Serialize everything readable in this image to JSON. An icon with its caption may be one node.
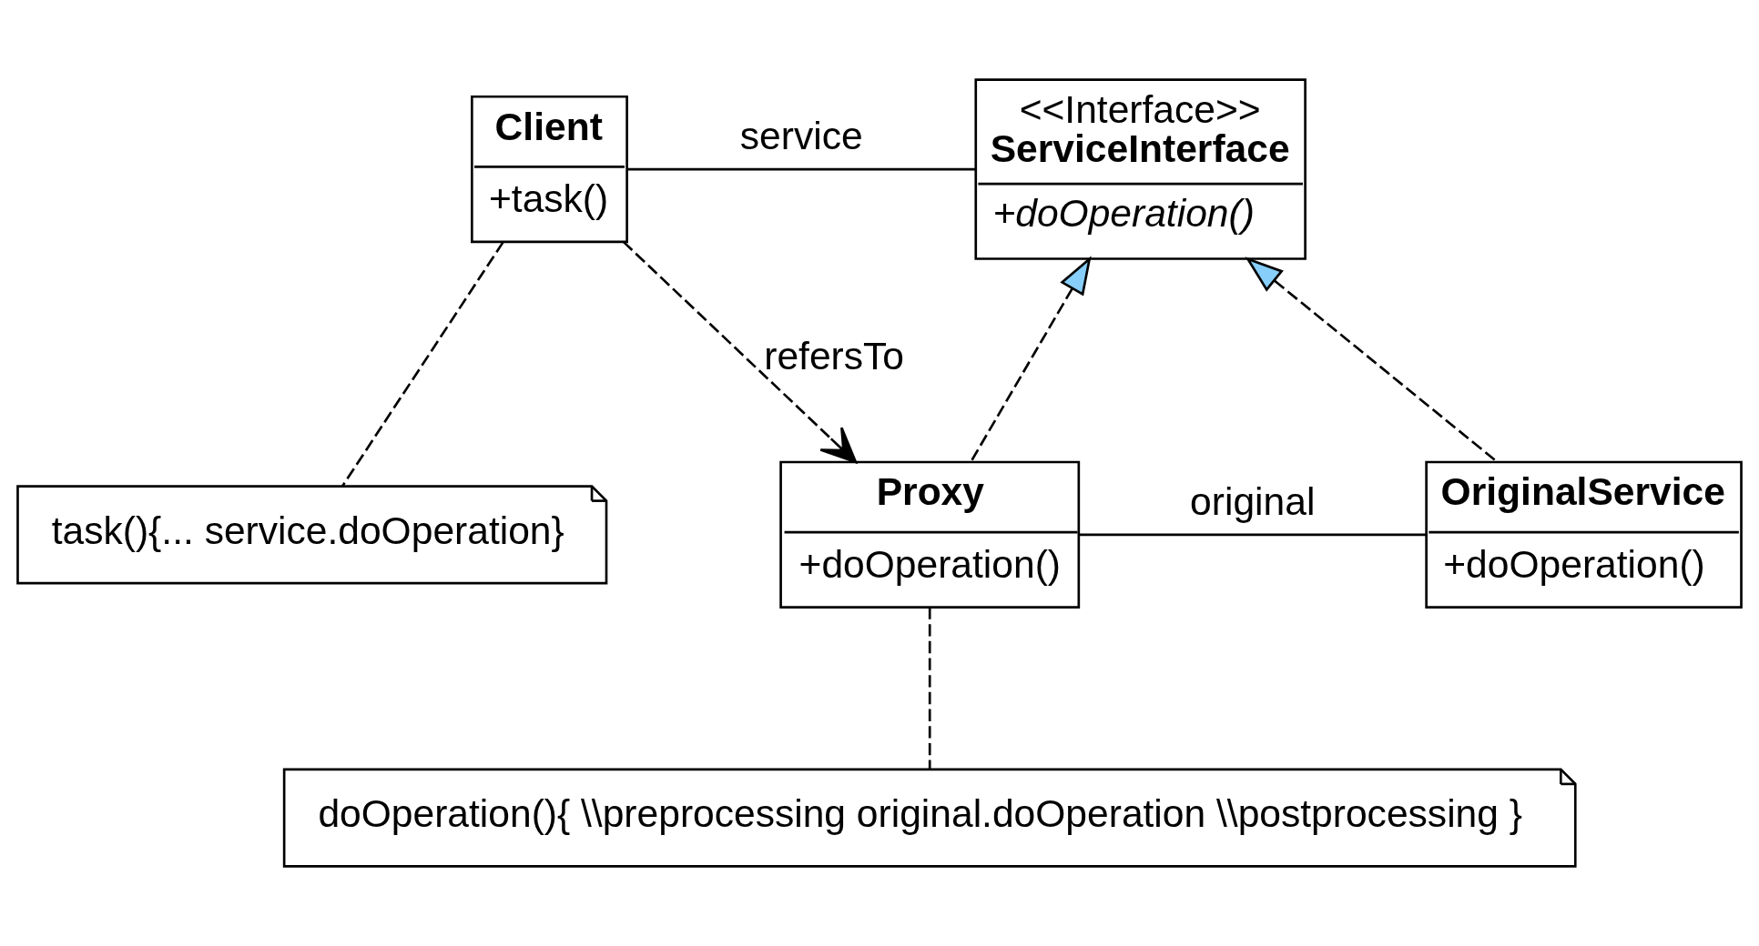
{
  "diagram": {
    "nodes": [
      {
        "text": [
          "Client",
          "+task()"
        ]
      },
      {
        "text": [
          "<<Interface>>",
          "ServiceInterface",
          "+doOperation()"
        ]
      },
      {
        "text": [
          "task(){... service.doOperation}"
        ]
      },
      {
        "text": [
          "Proxy",
          "+doOperation()"
        ]
      },
      {
        "text": [
          "OriginalService",
          "+doOperation()"
        ]
      },
      {
        "text": [
          "doOperation(){ \\\\preprocessing original.doOperation \\\\postprocessing }"
        ]
      }
    ],
    "edges": [
      {
        "from": 0,
        "to": 1,
        "arrow": "none",
        "label": "service"
      },
      {
        "from": 0,
        "to": 3,
        "arrow": "to",
        "label": "refersTo",
        "style": "dashed"
      },
      {
        "from": 0,
        "to": 2,
        "arrow": "none",
        "style": "dashed"
      },
      {
        "from": 3,
        "to": 1,
        "arrow": "to",
        "style": "dashed"
      },
      {
        "from": 4,
        "to": 1,
        "arrow": "to",
        "style": "dashed"
      },
      {
        "from": 3,
        "to": 4,
        "arrow": "none",
        "label": "original"
      },
      {
        "from": 3,
        "to": 5,
        "arrow": "none",
        "style": "dashed"
      }
    ]
  }
}
